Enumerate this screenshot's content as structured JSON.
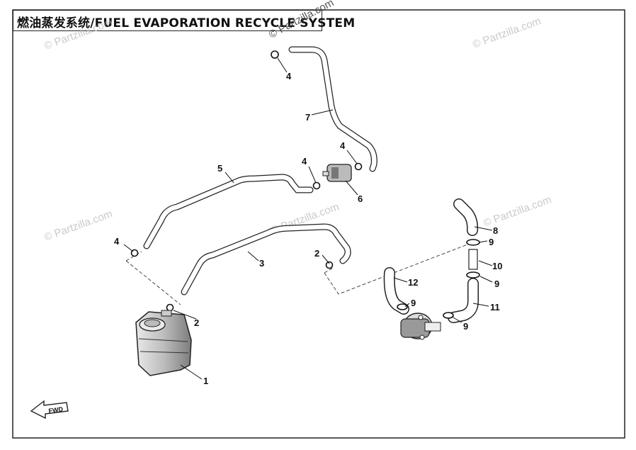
{
  "title": "燃油蒸发系统/FUEL EVAPORATION RECYCLE SYSTEM",
  "watermarks": [
    "© Partzilla.com",
    "© Partzilla.com",
    "© Partzilla.com",
    "© Partzilla.com",
    "© Partzilla.com",
    "© Partzilla.com"
  ],
  "fwd_label": "FWD",
  "callouts": [
    "1",
    "2",
    "2",
    "3",
    "4",
    "4",
    "4",
    "4",
    "5",
    "6",
    "7",
    "8",
    "9",
    "9",
    "9",
    "9",
    "10",
    "11",
    "12"
  ]
}
